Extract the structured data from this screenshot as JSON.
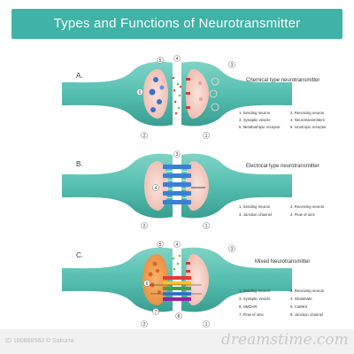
{
  "title": "Types and Functions of Neurotransmitter",
  "sections": [
    {
      "letter": "A.",
      "name": "Chemical type neurotransmitter",
      "legend": [
        "1. Sending neuron",
        "2. Receiving neuron",
        "3. Synaptic vesicle",
        "4. Neurotransmitters",
        "5. Metabotropic receptor",
        "6. Ionotropic receptor"
      ],
      "markers": [
        "5",
        "4",
        "3",
        "6",
        "2",
        "1"
      ]
    },
    {
      "letter": "B.",
      "name": "Electrical type neurotransmitter",
      "legend": [
        "1. Sending neuron",
        "2. Receiving neuron",
        "3. Junction channel",
        "4. Flow of ions"
      ],
      "markers": [
        "3",
        "4",
        "2",
        "1"
      ]
    },
    {
      "letter": "C.",
      "name": "Mixed Neurotransmitter",
      "legend": [
        "1. Sending neuron",
        "2. Receiving neuron",
        "3. Synaptic vesicle",
        "4. Glutamate",
        "5. NMDAR",
        "6. CaMKII",
        "7. Flow of ions",
        "8. Junction channel"
      ],
      "markers": [
        "5",
        "4",
        "3",
        "6",
        "7",
        "8",
        "2",
        "1"
      ]
    }
  ],
  "footer": {
    "watermark": "dreamstime.com",
    "id": "ID 180866563 © Sakurra"
  },
  "colors": {
    "neuron": "#58c2b3",
    "neuron_dark": "#3a9e92",
    "terminal": "#f4cfc8",
    "header": "#3fb3a6",
    "channel": "#3a7fd6"
  }
}
